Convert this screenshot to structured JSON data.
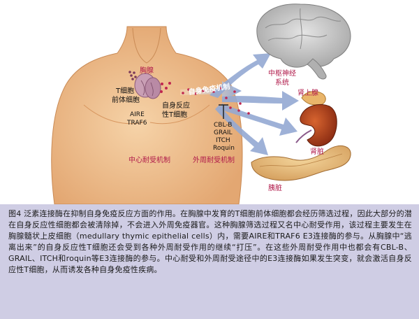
{
  "diagram": {
    "thymus_label": "胸腺",
    "t_precursor": [
      "T细胞",
      "前体细胞"
    ],
    "autoreactive": [
      "自身反应",
      "性T细胞"
    ],
    "central_factors": [
      "AIRE",
      "TRAF6"
    ],
    "control_label": "自身免疫机制",
    "peripheral_factors": [
      "CBL-B",
      "GRAIL",
      "ITCH",
      "Roquin"
    ],
    "central_tolerance": "中心耐受机制",
    "peripheral_tolerance": "外周耐受机制",
    "organs": {
      "brain": [
        "中枢神经",
        "系统"
      ],
      "adrenal": "肾上腺",
      "kidney": "肾脏",
      "pancreas": "胰脏"
    }
  },
  "caption": "图4 泛素连接酶在抑制自身免疫反应方面的作用。在胸腺中发育的T细胞前体细胞都会经历筛选过程，因此大部分的潜在自身反应性细胞都会被清除掉，不会进入外周免疫器官。这种胸腺筛选过程又名中心耐受作用，该过程主要发生在胸腺髓状上皮细胞（medullary thymic epithelial cells）内，需要AIRE和TRAF6 E3连接酶的参与。从胸腺中“逃离出来”的自身反应性T细胞还会受到各种外周耐受作用的继续“打压”。在这些外周耐受作用中也都会有CBL-B、GRAIL、ITCH和roquin等E3连接酶的参与。中心耐受和外周耐受途径中的E3连接酶如果发生突变，就会激活自身反应性T细胞，从而诱发各种自身免疫性疾病。"
}
